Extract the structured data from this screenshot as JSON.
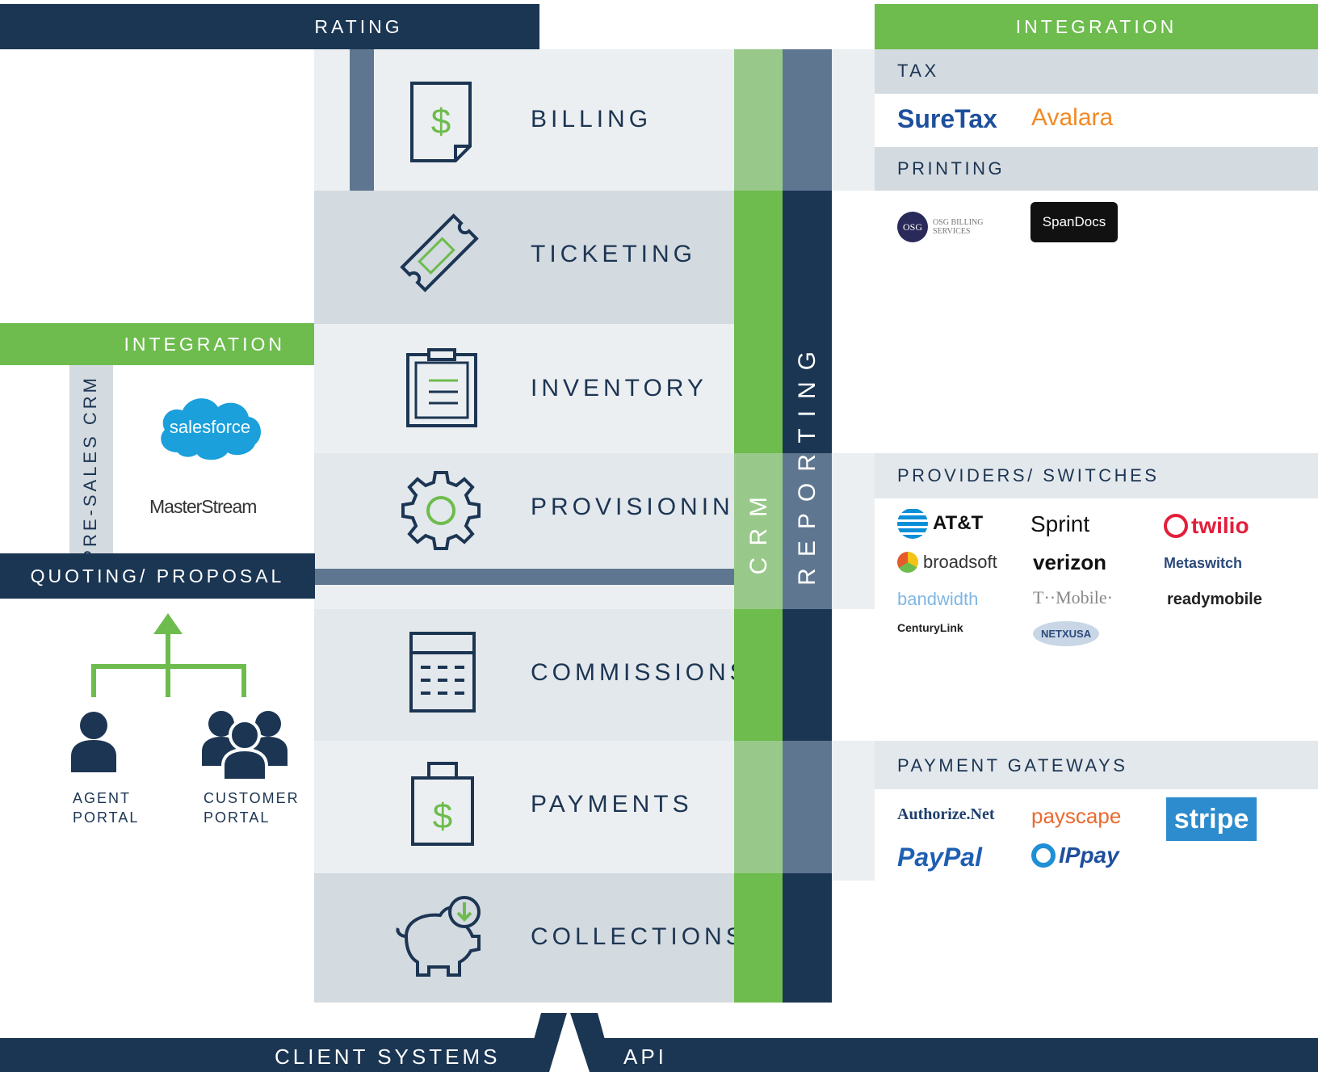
{
  "headers": {
    "rating": "RATING",
    "integration_right": "INTEGRATION",
    "integration_left": "INTEGRATION",
    "quoting": "QUOTING/ PROPOSAL",
    "client_systems": "CLIENT SYSTEMS",
    "api": "API"
  },
  "vertical_bars": {
    "crm": "CRM",
    "reporting": "REPORTING",
    "presales": "PRE-SALES CRM"
  },
  "modules": [
    {
      "label": "BILLING",
      "icon": "invoice-dollar-icon"
    },
    {
      "label": "TICKETING",
      "icon": "ticket-icon"
    },
    {
      "label": "INVENTORY",
      "icon": "clipboard-icon"
    },
    {
      "label": "PROVISIONING",
      "icon": "gear-icon"
    },
    {
      "label": "COMMISSIONS",
      "icon": "calculator-icon"
    },
    {
      "label": "PAYMENTS",
      "icon": "shopping-bag-dollar-icon"
    },
    {
      "label": "COLLECTIONS",
      "icon": "piggy-bank-icon"
    }
  ],
  "right_sections": {
    "tax": {
      "title": "TAX",
      "logos": [
        "SureTax",
        "Avalara"
      ]
    },
    "printing": {
      "title": "PRINTING",
      "logos": [
        "OSG BILLING SERVICES",
        "SpanDocs"
      ]
    },
    "providers": {
      "title": "PROVIDERS/ SWITCHES",
      "logos": [
        "AT&T",
        "Sprint",
        "twilio",
        "broadsoft",
        "verizon",
        "Metaswitch",
        "bandwidth",
        "T··Mobile·",
        "readymobile",
        "CenturyLink",
        "NETXUSA"
      ]
    },
    "payments": {
      "title": "PAYMENT GATEWAYS",
      "logos": [
        "Authorize.Net",
        "payscape",
        "stripe",
        "PayPal",
        "IPpay"
      ]
    }
  },
  "left_integration": {
    "logos": [
      "salesforce",
      "MasterStream"
    ]
  },
  "portals": {
    "agent": "AGENT\nPORTAL",
    "customer": "CUSTOMER\nPORTAL"
  },
  "colors": {
    "navy": "#1b3653",
    "green": "#6dbc4d",
    "light_green": "#98c98a",
    "slate": "#5f7690"
  }
}
